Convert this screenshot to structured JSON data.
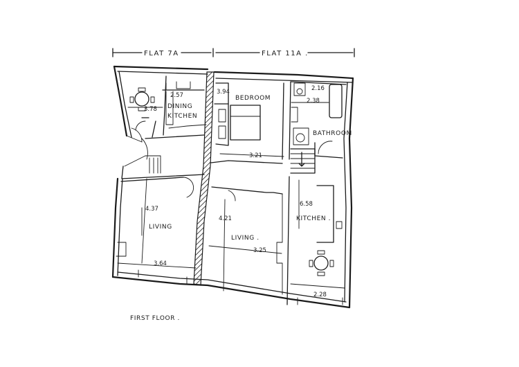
{
  "headers": {
    "left": "FLAT 7A",
    "right": "FLAT 11A ."
  },
  "rooms": {
    "dining_kitchen_1": "DINING",
    "dining_kitchen_2": "KITCHEN",
    "bedroom": "BEDROOM",
    "bathroom": "BATHROOM",
    "kitchen": "KITCHEN .",
    "living_left": "LIVING",
    "living_right": "LIVING ."
  },
  "dimensions": {
    "dk_width": "3.78",
    "dk_depth": "2.57",
    "bed_depth": "3.94",
    "bed_width": "3.21",
    "bath_depth": "2.16",
    "bath_width": "2.38",
    "kit_depth": "6.58",
    "kit_width": "2.28",
    "liv_left_depth": "4.37",
    "liv_left_width": "3.64",
    "liv_right_depth": "4.21",
    "liv_right_width": "3.25"
  },
  "caption": "FIRST FLOOR ."
}
